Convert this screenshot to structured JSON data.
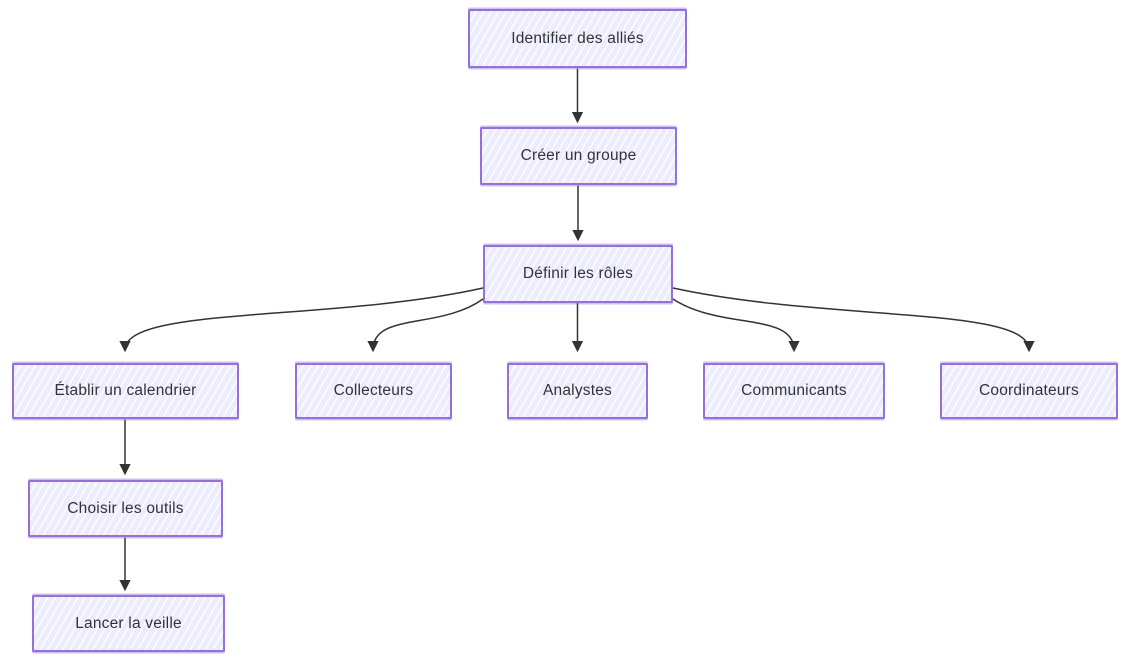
{
  "diagram": {
    "type": "flowchart",
    "direction": "top-down",
    "nodes": [
      {
        "id": "identifier",
        "label": "Identifier des alliés"
      },
      {
        "id": "creer",
        "label": "Créer un groupe"
      },
      {
        "id": "definir",
        "label": "Définir les rôles"
      },
      {
        "id": "etablir",
        "label": "Établir un calendrier"
      },
      {
        "id": "collecteurs",
        "label": "Collecteurs"
      },
      {
        "id": "analystes",
        "label": "Analystes"
      },
      {
        "id": "communicants",
        "label": "Communicants"
      },
      {
        "id": "coordinateurs",
        "label": "Coordinateurs"
      },
      {
        "id": "choisir",
        "label": "Choisir les outils"
      },
      {
        "id": "lancer",
        "label": "Lancer la veille"
      }
    ],
    "edges": [
      {
        "from": "identifier",
        "to": "creer"
      },
      {
        "from": "creer",
        "to": "definir"
      },
      {
        "from": "definir",
        "to": "etablir"
      },
      {
        "from": "definir",
        "to": "collecteurs"
      },
      {
        "from": "definir",
        "to": "analystes"
      },
      {
        "from": "definir",
        "to": "communicants"
      },
      {
        "from": "definir",
        "to": "coordinateurs"
      },
      {
        "from": "etablir",
        "to": "choisir"
      },
      {
        "from": "choisir",
        "to": "lancer"
      }
    ],
    "colors": {
      "node_fill": "#ececff",
      "node_border": "#9370db",
      "edge": "#333333",
      "text": "#333333",
      "background": "#ffffff"
    }
  }
}
